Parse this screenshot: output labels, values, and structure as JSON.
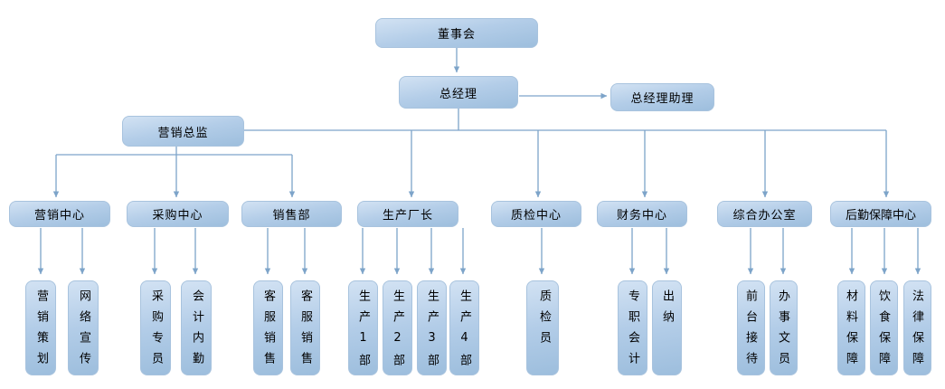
{
  "diagram": {
    "type": "org-chart",
    "language": "zh-CN",
    "colors": {
      "node_fill_top": "#d2e2f3",
      "node_fill_mid": "#b3cde8",
      "node_fill_bottom": "#9dbedd",
      "node_border": "#a8c3de",
      "connector": "#7da4c9",
      "text": "#000000",
      "background": "#ffffff"
    }
  },
  "nodes": [
    {
      "id": "board",
      "label": "董事会",
      "reports_to": null
    },
    {
      "id": "general_manager",
      "label": "总经理",
      "reports_to": "board"
    },
    {
      "id": "gm_assistant",
      "label": "总经理助理",
      "reports_to": "general_manager"
    },
    {
      "id": "marketing_director",
      "label": "营销总监",
      "reports_to": "general_manager"
    },
    {
      "id": "marketing_center",
      "label": "营销中心",
      "reports_to": "marketing_director"
    },
    {
      "id": "purchasing_center",
      "label": "采购中心",
      "reports_to": "marketing_director"
    },
    {
      "id": "sales_dept",
      "label": "销售部",
      "reports_to": "marketing_director"
    },
    {
      "id": "production_director",
      "label": "生产厂长",
      "reports_to": "general_manager"
    },
    {
      "id": "qa_center",
      "label": "质检中心",
      "reports_to": "general_manager"
    },
    {
      "id": "finance_center",
      "label": "财务中心",
      "reports_to": "general_manager"
    },
    {
      "id": "general_office",
      "label": "综合办公室",
      "reports_to": "general_manager"
    },
    {
      "id": "logistics_center",
      "label": "后勤保障中心",
      "reports_to": "general_manager"
    },
    {
      "id": "marketing_planning",
      "label": "营销策划",
      "reports_to": "marketing_center"
    },
    {
      "id": "online_promotion",
      "label": "网络宣传",
      "reports_to": "marketing_center"
    },
    {
      "id": "purchasing_specialist",
      "label": "采购专员",
      "reports_to": "purchasing_center"
    },
    {
      "id": "accounting_clerk",
      "label": "会计内勤",
      "reports_to": "purchasing_center"
    },
    {
      "id": "cs_sales_1",
      "label": "客服销售",
      "reports_to": "sales_dept"
    },
    {
      "id": "cs_sales_2",
      "label": "客服销售",
      "reports_to": "sales_dept"
    },
    {
      "id": "production_dept_1",
      "label": "生产1部",
      "reports_to": "production_director"
    },
    {
      "id": "production_dept_2",
      "label": "生产2部",
      "reports_to": "production_director"
    },
    {
      "id": "production_dept_3",
      "label": "生产3部",
      "reports_to": "production_director"
    },
    {
      "id": "production_dept_4",
      "label": "生产4部",
      "reports_to": "production_director"
    },
    {
      "id": "qa_inspector",
      "label": "质检员",
      "reports_to": "qa_center"
    },
    {
      "id": "full_time_accountant",
      "label": "专职会计",
      "reports_to": "finance_center"
    },
    {
      "id": "cashier",
      "label": "出纳",
      "reports_to": "finance_center"
    },
    {
      "id": "front_desk",
      "label": "前台接待",
      "reports_to": "general_office"
    },
    {
      "id": "office_clerk",
      "label": "办事文员",
      "reports_to": "general_office"
    },
    {
      "id": "materials_support",
      "label": "材料保障",
      "reports_to": "logistics_center"
    },
    {
      "id": "catering_support",
      "label": "饮食保障",
      "reports_to": "logistics_center"
    },
    {
      "id": "legal_support",
      "label": "法律保障",
      "reports_to": "logistics_center"
    }
  ]
}
